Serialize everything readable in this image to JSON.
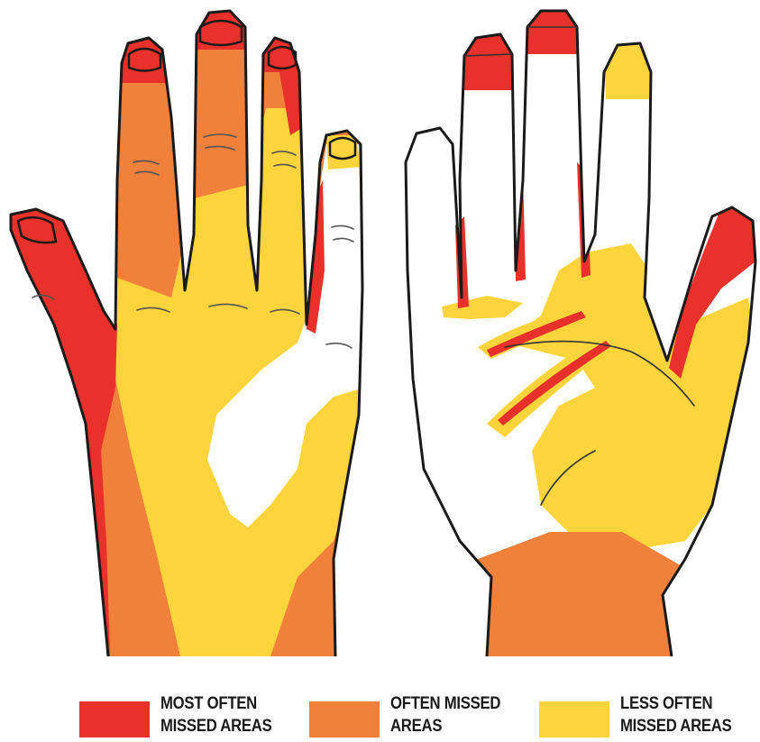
{
  "colors": {
    "most_often": "#e8312a",
    "often": "#f0803a",
    "less_often": "#fdd43c",
    "outline": "#1a1a1a",
    "skin": "#ffffff"
  },
  "legend": {
    "items": [
      {
        "key": "most_often",
        "line1": "MOST OFTEN",
        "line2": "MISSED AREAS",
        "color": "#e8312a"
      },
      {
        "key": "often",
        "line1": "OFTEN MISSED",
        "line2": "AREAS",
        "color": "#f0803a"
      },
      {
        "key": "less_often",
        "line1": "LESS OFTEN",
        "line2": "MISSED AREAS",
        "color": "#fdd43c"
      }
    ]
  }
}
